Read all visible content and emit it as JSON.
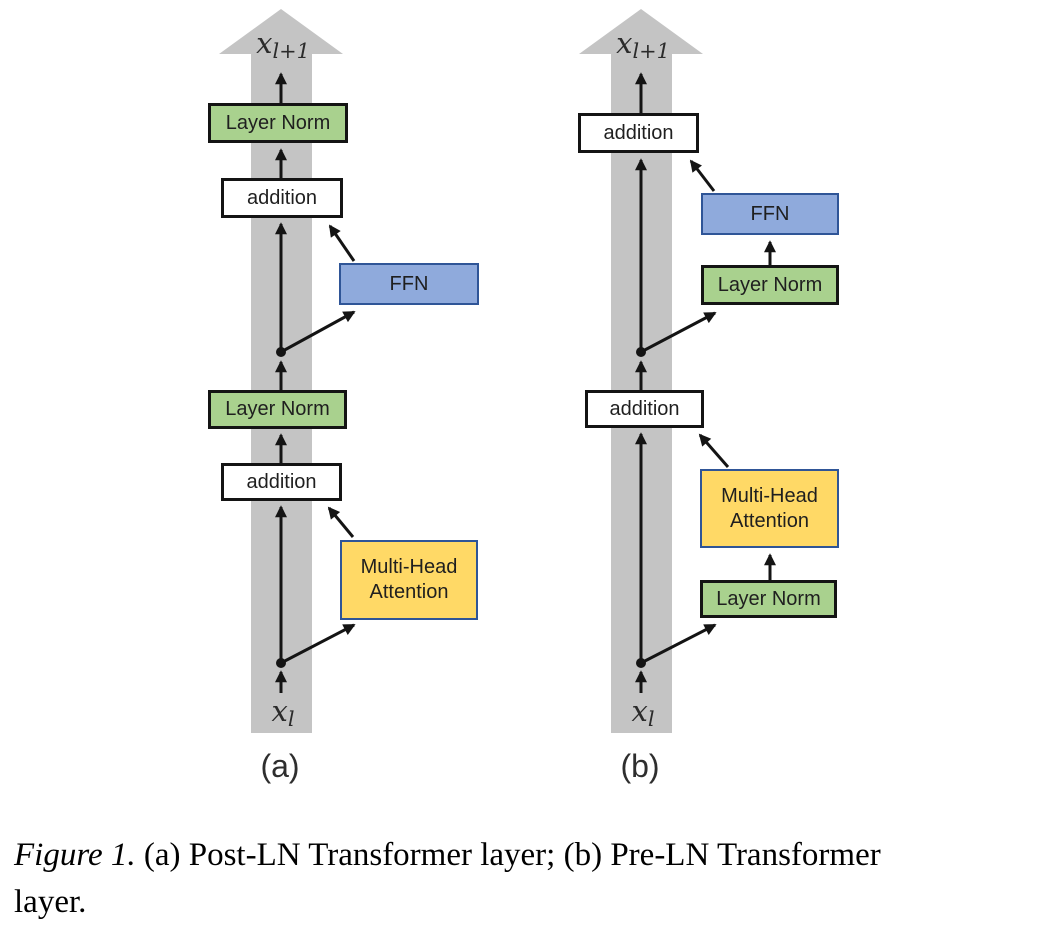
{
  "colors": {
    "stream_gray": "#c4c4c4",
    "layer_norm_green": "#a9d18e",
    "ffn_blue": "#8faadc",
    "attention_yellow": "#ffd966",
    "blue_border": "#2f5597",
    "black": "#141414"
  },
  "panels": {
    "a": {
      "label": "(a)",
      "output": {
        "base": "x",
        "sub": "l+1"
      },
      "input": {
        "base": "x",
        "sub": "l"
      },
      "boxes": {
        "layer_norm_top": "Layer Norm",
        "addition_top": "addition",
        "ffn": "FFN",
        "layer_norm_mid": "Layer Norm",
        "addition_bottom": "addition",
        "mha": "Multi-Head Attention"
      }
    },
    "b": {
      "label": "(b)",
      "output": {
        "base": "x",
        "sub": "l+1"
      },
      "input": {
        "base": "x",
        "sub": "l"
      },
      "boxes": {
        "addition_top": "addition",
        "ffn": "FFN",
        "layer_norm_upper": "Layer Norm",
        "addition_mid": "addition",
        "mha": "Multi-Head Attention",
        "layer_norm_lower": "Layer Norm"
      }
    }
  },
  "caption": {
    "figure_label": "Figure 1.",
    "line1": "(a) Post-LN Transformer layer; (b) Pre-LN Transformer",
    "line2": "layer."
  }
}
